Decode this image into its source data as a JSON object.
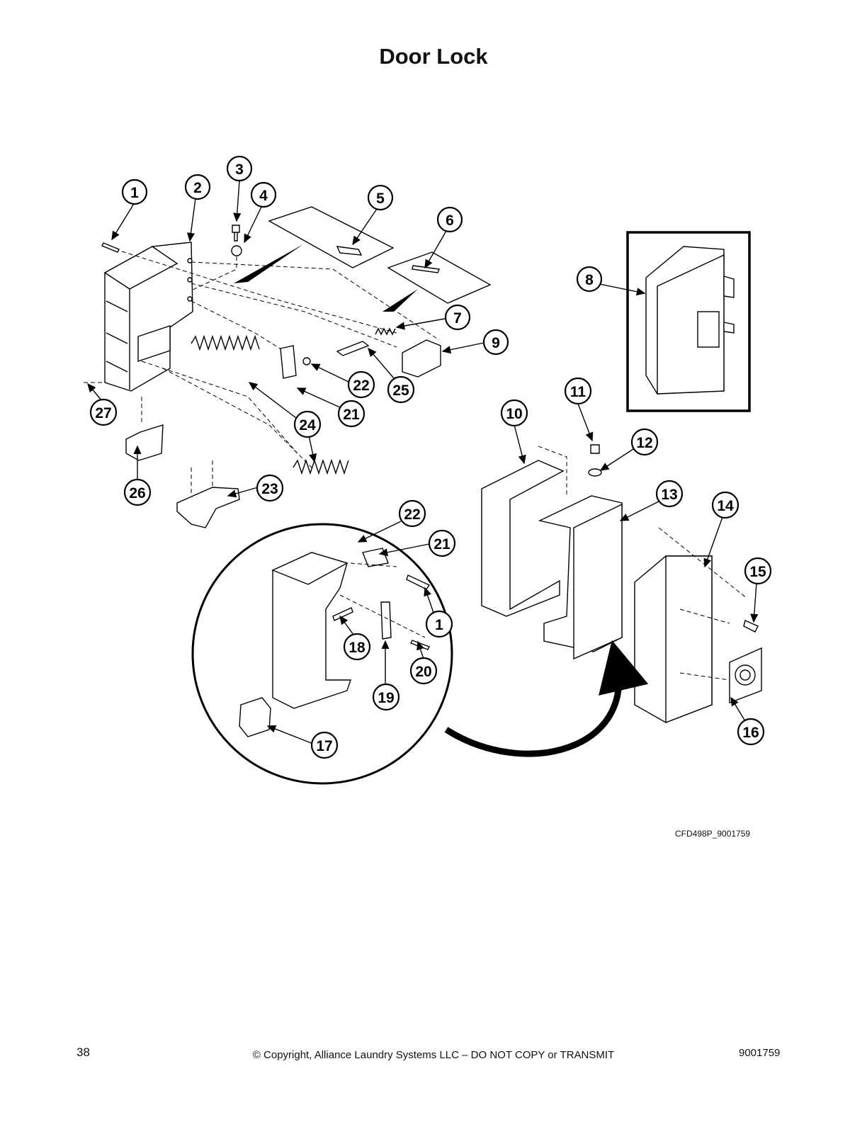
{
  "title": "Door Lock",
  "drawing_code": "CFD498P_9001759",
  "footer": {
    "page_number": "38",
    "copyright": "© Copyright, Alliance Laundry Systems LLC – DO NOT COPY or TRANSMIT",
    "document_number": "9001759"
  },
  "callouts": [
    "1",
    "2",
    "3",
    "4",
    "5",
    "6",
    "7",
    "8",
    "9",
    "10",
    "11",
    "12",
    "13",
    "14",
    "15",
    "16",
    "17",
    "18",
    "19",
    "20",
    "21",
    "22",
    "23",
    "24",
    "25",
    "26",
    "27",
    "22",
    "21",
    "1"
  ]
}
